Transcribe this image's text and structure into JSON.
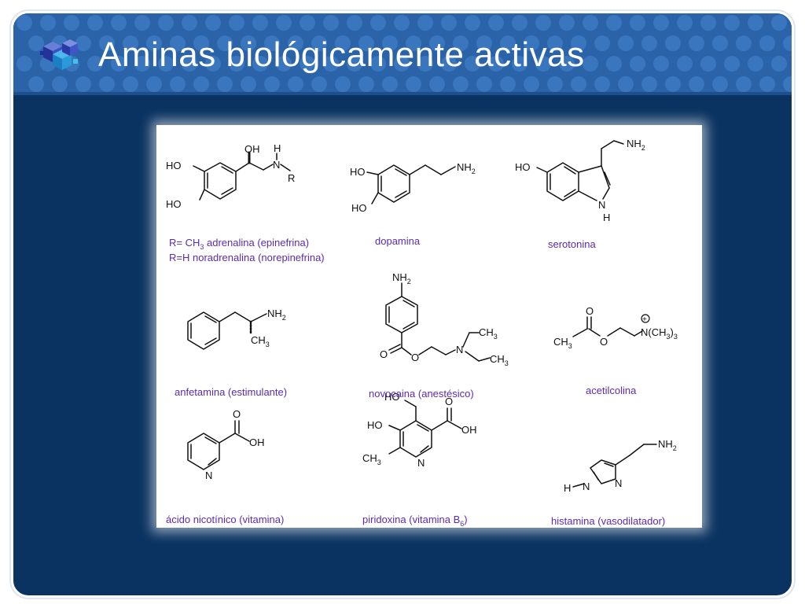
{
  "slide": {
    "title": "Aminas biológicamente activas",
    "logo_icon": "blue-cube-logo-icon"
  },
  "molecules": {
    "adrenaline": {
      "caption1_a": "R= CH",
      "caption1_sub": "3",
      "caption1_b": " adrenalina (epinefrina)",
      "caption2": "R=H noradrenalina (norepinefrina)",
      "labels": {
        "oh": "OH",
        "h": "H",
        "n": "N",
        "r": "R",
        "ho1": "HO",
        "ho2": "HO"
      }
    },
    "dopamine": {
      "caption": "dopamina",
      "labels": {
        "ho1": "HO",
        "ho2": "HO",
        "nh2_a": "NH",
        "nh2_sub": "2"
      }
    },
    "serotonin": {
      "caption": "serotonina",
      "labels": {
        "ho": "HO",
        "nh2_a": "NH",
        "nh2_sub": "2",
        "n": "N",
        "h": "H"
      }
    },
    "amphetamine": {
      "caption": "anfetamina (estimulante)",
      "labels": {
        "nh2_a": "NH",
        "nh2_sub": "2",
        "ch3_a": "CH",
        "ch3_sub": "3"
      }
    },
    "novocaine": {
      "caption": "novocaina (anestésico)",
      "labels": {
        "nh2_a": "NH",
        "nh2_sub": "2",
        "o1": "O",
        "o2": "O",
        "n": "N",
        "ch3a_a": "CH",
        "ch3a_sub": "3",
        "ch3b_a": "CH",
        "ch3b_sub": "3"
      }
    },
    "acetylcholine": {
      "caption": "acetilcolina",
      "labels": {
        "o1": "O",
        "o2": "O",
        "ch3_a": "CH",
        "ch3_sub": "3",
        "nme3_a": "N(CH",
        "nme3_sub1": "3",
        "nme3_b": ")",
        "nme3_sub2": "3",
        "plus": "+"
      }
    },
    "nicotinic_acid": {
      "caption": "ácido nicotínico (vitamina)",
      "labels": {
        "o": "O",
        "oh": "OH",
        "n": "N"
      }
    },
    "pyridoxine": {
      "caption_a": "piridoxina (vitamina B",
      "caption_sub": "6",
      "caption_b": ")",
      "labels": {
        "ho1": "HO",
        "ho2": "HO",
        "o": "O",
        "oh": "OH",
        "n": "N",
        "ch3_a": "CH",
        "ch3_sub": "3"
      }
    },
    "histamine": {
      "caption": "histamina (vasodilatador)",
      "labels": {
        "nh2_a": "NH",
        "nh2_sub": "2",
        "h": "H",
        "n1": "N",
        "n2": "N"
      }
    }
  },
  "colors": {
    "header": "#2a63a8",
    "body": "#0b3361",
    "caption": "#5b2bb0",
    "title": "#ffffff"
  }
}
